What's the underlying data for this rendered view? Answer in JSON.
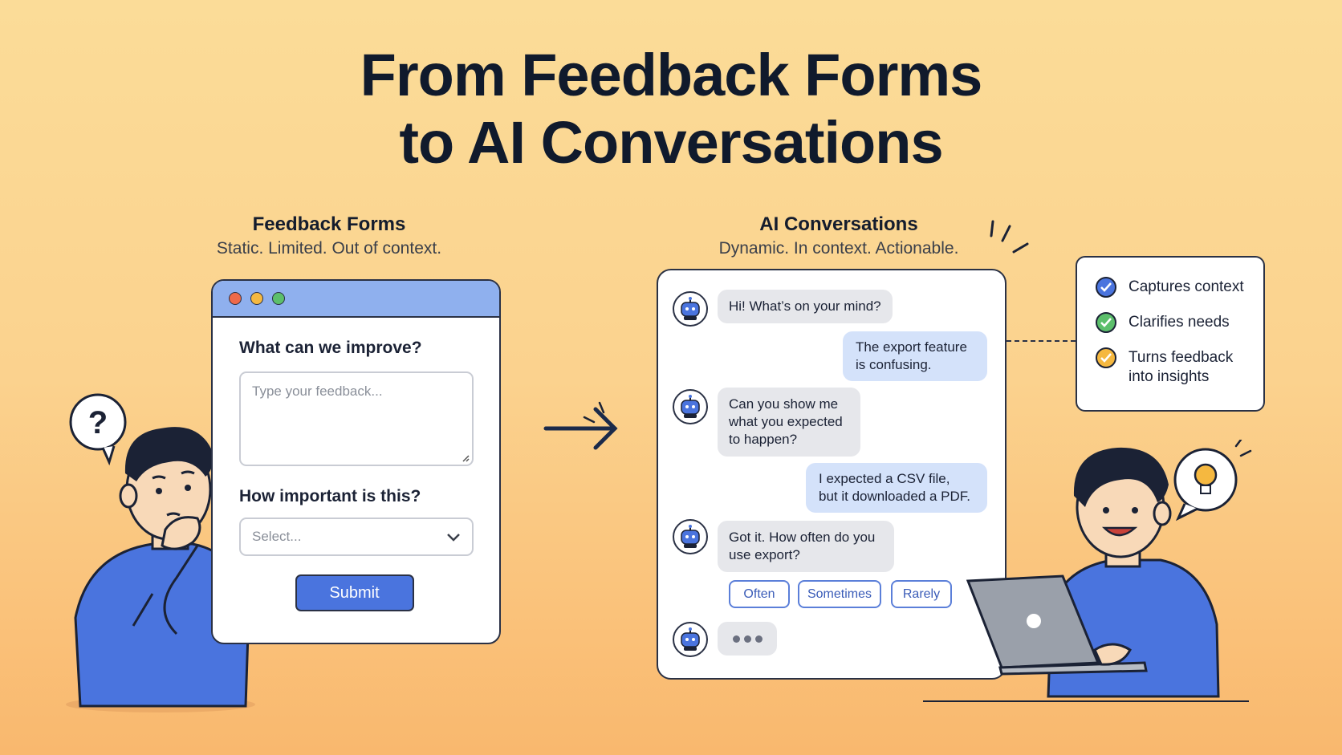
{
  "title": {
    "line1": "From Feedback Forms",
    "line2": "to AI Conversations"
  },
  "forms_column": {
    "heading": "Feedback Forms",
    "subheading": "Static. Limited. Out of context.",
    "question1": "What can we improve?",
    "textarea_placeholder": "Type your feedback...",
    "question2": "How important is this?",
    "select_placeholder": "Select...",
    "submit_label": "Submit",
    "window_dots": [
      "#ee6a4a",
      "#f5b840",
      "#5cbf6b"
    ]
  },
  "ai_column": {
    "heading": "AI Conversations",
    "subheading": "Dynamic. In context. Actionable.",
    "messages": [
      {
        "from": "bot",
        "text_lines": [
          "Hi! What’s on your mind?"
        ]
      },
      {
        "from": "user",
        "text_lines": [
          "The export feature",
          "is confusing."
        ]
      },
      {
        "from": "bot",
        "text_lines": [
          "Can you show me",
          "what you expected",
          "to happen?"
        ]
      },
      {
        "from": "user",
        "text_lines": [
          "I expected a CSV file,",
          "but it downloaded a PDF."
        ]
      },
      {
        "from": "bot",
        "text_lines": [
          "Got it. How often do you",
          "use export?"
        ]
      }
    ],
    "quick_replies": [
      "Often",
      "Sometimes",
      "Rarely"
    ]
  },
  "benefits": [
    {
      "lines": [
        "Captures context"
      ],
      "color": "#4a74de"
    },
    {
      "lines": [
        "Clarifies needs"
      ],
      "color": "#5cbf6b"
    },
    {
      "lines": [
        "Turns feedback",
        "into insights"
      ],
      "color": "#f5b840"
    }
  ],
  "colors": {
    "accent_blue": "#4a74de",
    "form_header": "#8fb0ee",
    "user_bubble": "#d4e2fa",
    "bot_bubble": "#e6e7eb",
    "ink": "#1b2235"
  }
}
